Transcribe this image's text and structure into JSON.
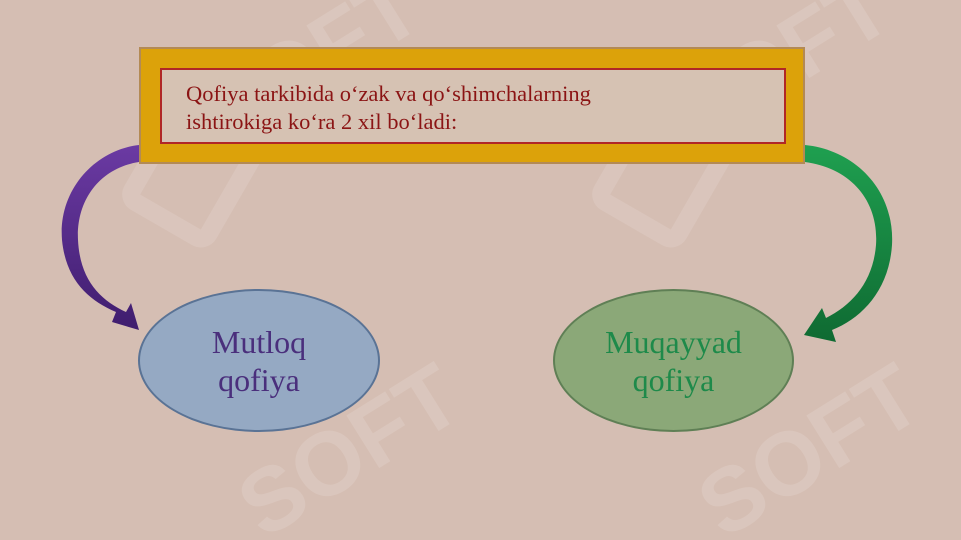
{
  "heading": {
    "line1": "Qofiya tarkibida o‘zak va qo‘shimchalarning",
    "line2": "ishtirokiga ko‘ra 2 xil bo‘ladi:"
  },
  "types": {
    "left": {
      "line1": "Mutloq",
      "line2": "qofiya",
      "color": "#95a9c3",
      "text_color": "#4a2f7c"
    },
    "right": {
      "line1": "Muqayyad",
      "line2": "qofiya",
      "color": "#8ba878",
      "text_color": "#1e8a4a"
    }
  },
  "colors": {
    "background": "#d5beb3",
    "frame": "#dca20a",
    "frame_border": "#b02727",
    "heading_text": "#8b1414",
    "left_arrow": "#5a2d8c",
    "right_arrow": "#1a8a44"
  },
  "watermark": "SOFT"
}
